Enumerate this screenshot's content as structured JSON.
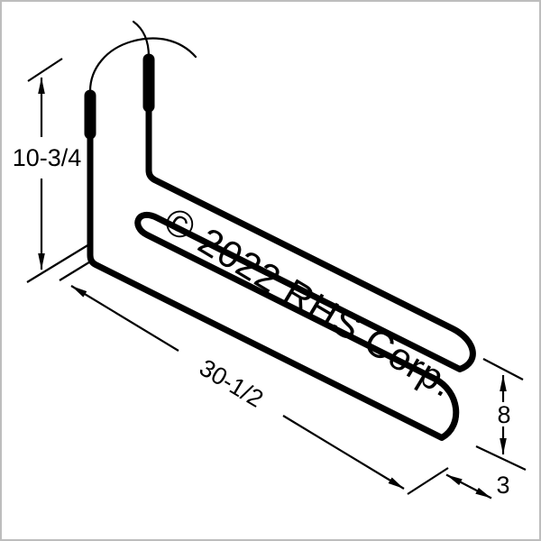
{
  "drawing": {
    "title": "heating-element-technical-drawing",
    "watermark": "© 2022 RHS Corp.",
    "dimensions": {
      "height": "10-3/4",
      "length": "30-1/2",
      "width": "8",
      "spacing": "3"
    },
    "colors": {
      "line": "#000000",
      "background": "#ffffff",
      "frame_border": "#bdbdbd"
    }
  }
}
